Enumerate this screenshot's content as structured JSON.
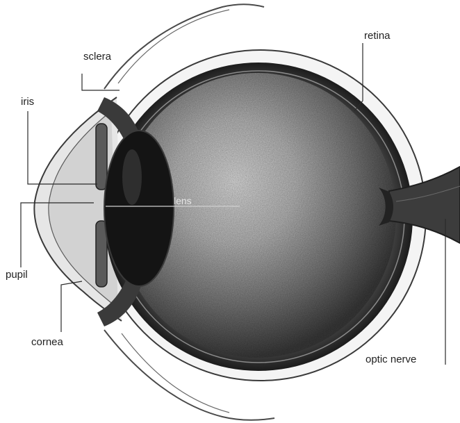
{
  "figure": {
    "labels": {
      "sclera": "sclera",
      "retina": "retina",
      "iris": "iris",
      "lens": "lens",
      "pupil": "pupil",
      "cornea": "cornea",
      "optic_nerve": "optic nerve"
    }
  },
  "colors": {
    "background": "#ffffff",
    "leader_line": "#2a2a2a",
    "eyeball_dark": "#2b2b2b",
    "vitreous_light": "#d8d8d8",
    "lens_dark": "#151515"
  }
}
